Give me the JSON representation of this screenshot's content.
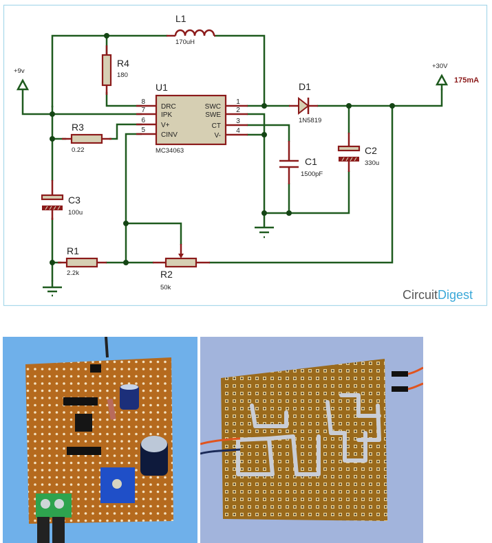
{
  "schematic": {
    "title": "MC34063 boost converter schematic",
    "supply_in": {
      "label": "+9v"
    },
    "supply_out": {
      "label": "+30V",
      "current": "175mA",
      "current_color": "#8b1a1a"
    },
    "components": {
      "L1": {
        "ref": "L1",
        "value": "170uH"
      },
      "R4": {
        "ref": "R4",
        "value": "180"
      },
      "R3": {
        "ref": "R3",
        "value": "0.22"
      },
      "R1": {
        "ref": "R1",
        "value": "2.2k"
      },
      "R2": {
        "ref": "R2",
        "value": "50k"
      },
      "C1": {
        "ref": "C1",
        "value": "1500pF"
      },
      "C2": {
        "ref": "C2",
        "value": "330u"
      },
      "C3": {
        "ref": "C3",
        "value": "100u"
      },
      "D1": {
        "ref": "D1",
        "value": "1N5819"
      },
      "U1": {
        "ref": "U1",
        "part": "MC34063",
        "left_pins": [
          {
            "num": "8",
            "name": "DRC"
          },
          {
            "num": "7",
            "name": "IPK"
          },
          {
            "num": "6",
            "name": "V+"
          },
          {
            "num": "5",
            "name": "CINV"
          }
        ],
        "right_pins": [
          {
            "num": "1",
            "name": "SWC"
          },
          {
            "num": "2",
            "name": "SWE"
          },
          {
            "num": "3",
            "name": "CT"
          },
          {
            "num": "4",
            "name": "V-"
          }
        ]
      }
    },
    "colors": {
      "wire": "#1e5a1e",
      "lead": "#8b1a1a",
      "body": "#d6cfb3",
      "frame": "#a8d8ea"
    },
    "logo": {
      "part1": "Circuit",
      "part2": "Digest",
      "color1": "#555555",
      "color2": "#3aa8d8"
    }
  },
  "photos": [
    {
      "name": "component-side-photo",
      "description": "Perfboard component side with MC34063, capacitors, trimmer and terminal block"
    },
    {
      "name": "solder-side-photo",
      "description": "Perfboard solder side showing solder traces and wires"
    }
  ]
}
